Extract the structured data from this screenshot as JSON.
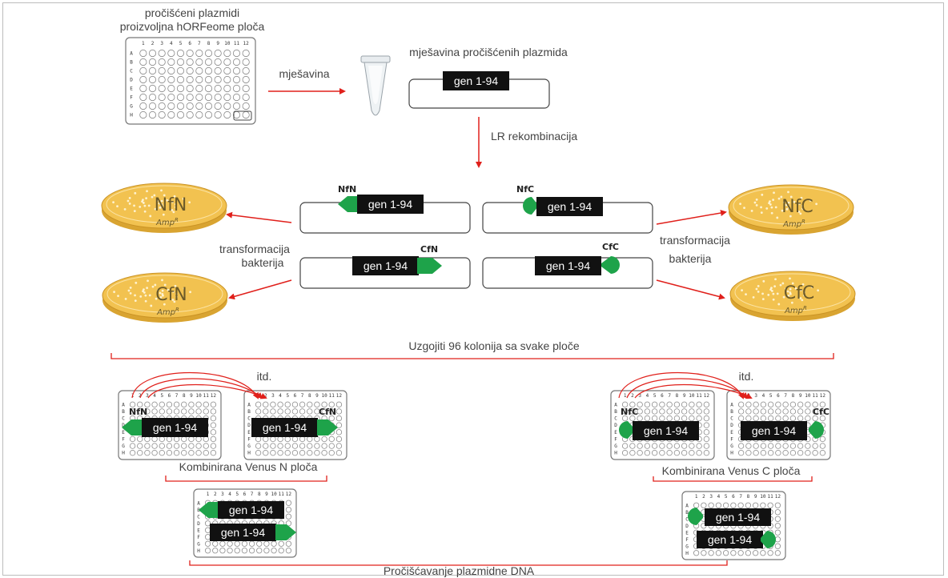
{
  "labels": {
    "source_plate_line1": "pročišćeni plazmidi",
    "source_plate_line2": "proizvoljna hORFeome ploča",
    "mix_arrow": "mješavina",
    "mix_title": "mješavina pročišćenih plazmida",
    "lr": "LR rekombinacija",
    "transform_left_1": "transformacija",
    "transform_left_2": "bakterija",
    "transform_right_1": "transformacija",
    "transform_right_2": "bakterija",
    "grow": "Uzgojiti 96 kolonija sa svake ploče",
    "etc_left": "itd.",
    "etc_right": "itd.",
    "combined_n": "Kombinirana Venus N ploča",
    "combined_c": "Kombinirana Venus C ploča",
    "purify": "Pročišćavanje plazmidne DNA"
  },
  "gene_label": "gen 1-94",
  "plasmids": {
    "nfn": "NfN",
    "cfn": "CfN",
    "nfc": "NfC",
    "cfc": "CfC"
  },
  "dishes": {
    "nfn": "NfN",
    "cfn": "CfN",
    "nfc": "NfC",
    "cfc": "CfC",
    "amp": "Amp",
    "amp_sup": "R"
  },
  "plate_rows": [
    "A",
    "B",
    "C",
    "D",
    "E",
    "F",
    "G",
    "H"
  ],
  "plate_cols": [
    "1",
    "2",
    "3",
    "4",
    "5",
    "6",
    "7",
    "8",
    "9",
    "10",
    "11",
    "12"
  ],
  "colors": {
    "arrow": "#e0201b",
    "green": "#1ea34a",
    "black_box": "#111111",
    "dish_fill": "#f2c250",
    "dish_rim": "#d9a431"
  }
}
